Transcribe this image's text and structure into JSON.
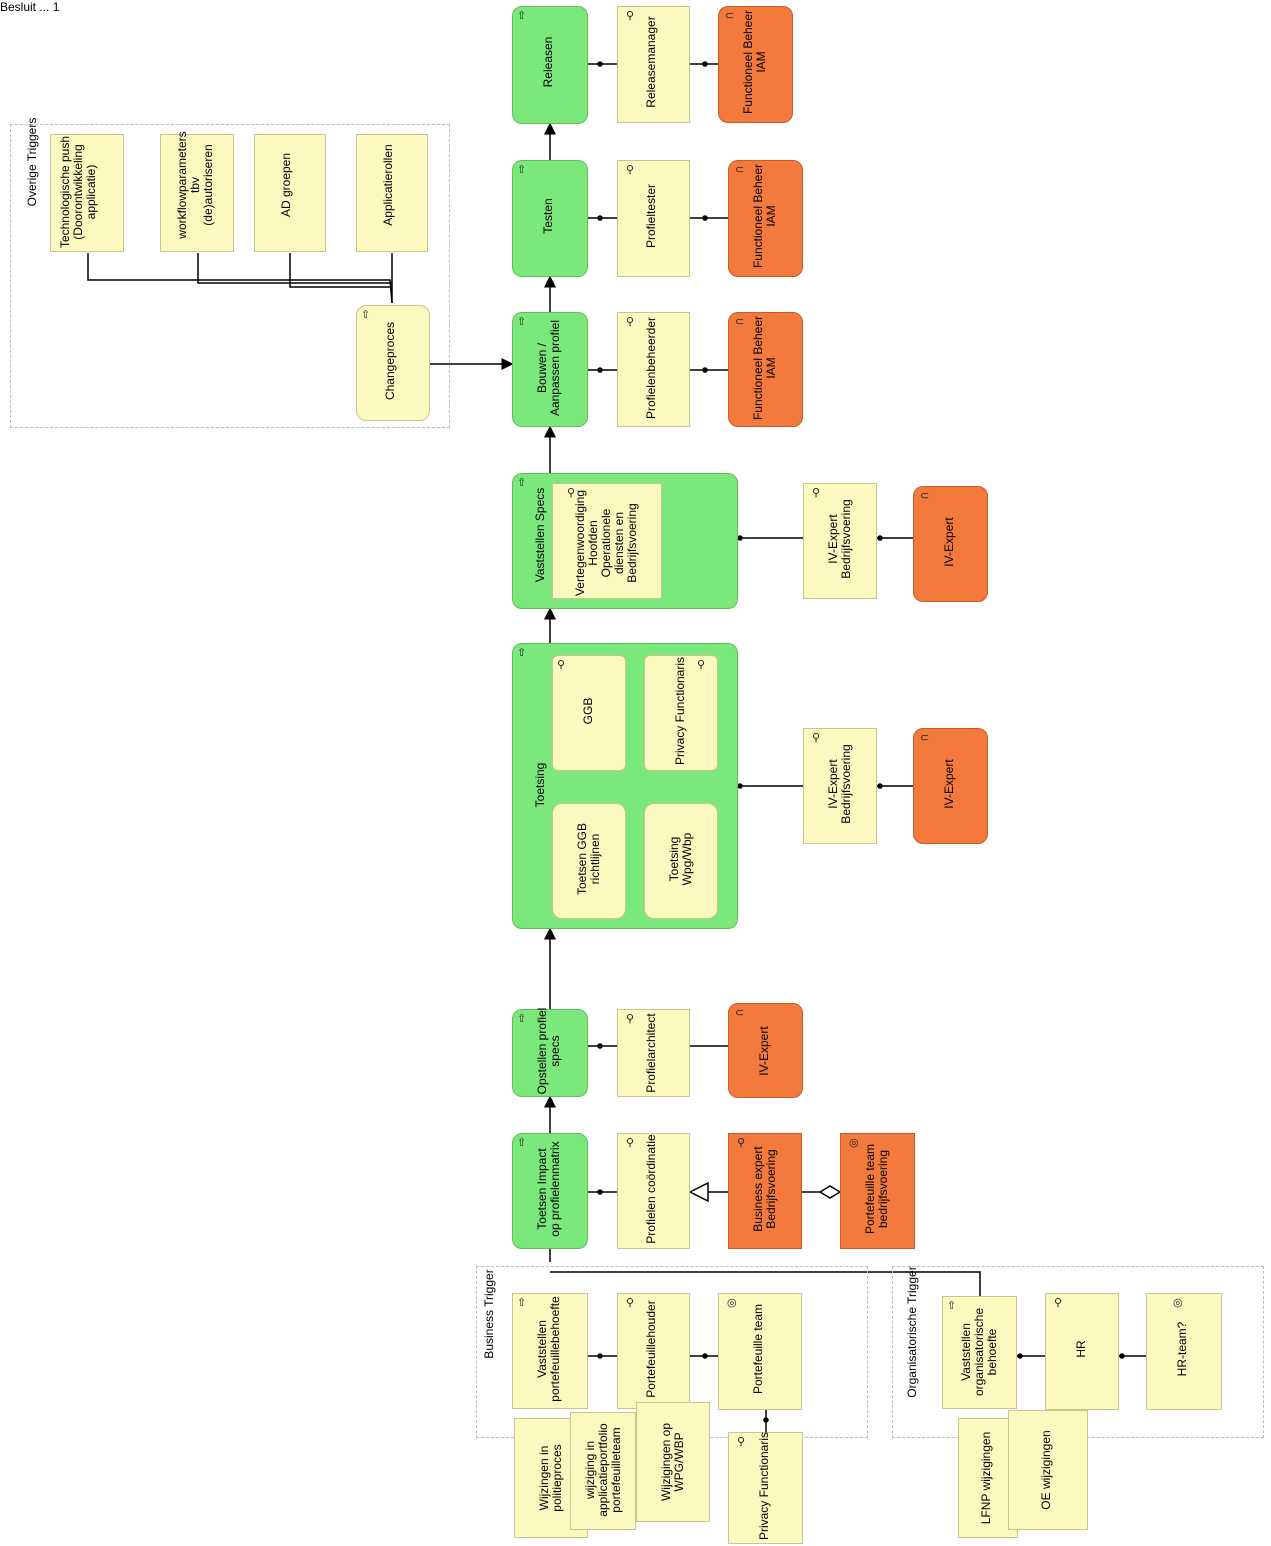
{
  "top_caption": "Besluit ... 1",
  "groups": {
    "overige": "Overige Triggers",
    "business": "Business Trigger",
    "organisatorisch": "Organisatorische Trigger"
  },
  "processes": {
    "releasen": "Releasen",
    "testen": "Testen",
    "bouwen": "Bouwen /\nAanpassen profiel",
    "vaststellen_specs": "Vaststellen Specs",
    "toetsing": "Toetsing",
    "opstellen": "Opstellen profiel\nspecs",
    "toetsen_impact": "Toetsen Impact\nop profielenmatrix",
    "vaststellen_portefeuille": "Vaststellen\nportefeuillebehoefte",
    "vaststellen_org": "Vaststellen\norganisatorische\nbehoefte",
    "changeproces": "Changeproces",
    "toetsen_ggb": "Toetsen GGB\nrichtlijnen",
    "toetsing_wpg": "Toetsing\nWpg/Wbp"
  },
  "actors": {
    "releasemanager": "Releasemanager",
    "profieltester": "Profieltester",
    "profielenbeheerder": "Profielenbeheerder",
    "vertegenwoordiging": "Vertegenwoordiging\nHoofden\nOperationele\ndiensten en\nBedrijfsvoering",
    "iv_expert_bv_1": "IV-Expert\nBedrijfsvoering",
    "ggb": "GGB",
    "privacy_1": "Privacy Functionaris",
    "iv_expert_bv_2": "IV-Expert\nBedrijfsvoering",
    "profielarchitect": "Profielarchitect",
    "profielen_coordinatie": "Profielen coördinatie",
    "portefeuillehouder": "Portefeuillehouder",
    "portefeuille_team": "Portefeuille team",
    "privacy_2": "Privacy Functionaris",
    "hr": "HR",
    "hr_team": "HR-team?"
  },
  "roles": {
    "fb_iam_1": "Functioneel Beheer\nIAM",
    "fb_iam_2": "Functioneel Beheer\nIAM",
    "fb_iam_3": "Functioneel Beheer\nIAM",
    "iv_expert_1": "IV-Expert",
    "iv_expert_2": "IV-Expert",
    "iv_expert_3": "IV-Expert",
    "business_expert": "Business expert\nBedrijfsvoering",
    "portefeuille_team_bv": "Portefeuille team\nbedrijfsvoering"
  },
  "triggers": {
    "technologische": "Technologische push\n(Doorontwikkeling\napplicatie)",
    "workflow": "workflowparameters tbv\n(de)autoriseren",
    "ad_groepen": "AD groepen",
    "applicatierollen": "Applicatierollen",
    "wijzigen_polite": "Wijzingen in\npolitieproces",
    "wijziging_app": "wijziging in\napplicatieportfolio\nportefeuilleteam",
    "wijzigingen_wpg": "Wijzigingen op\nWPG/WBP",
    "lfnp": "LFNP wijzigingen",
    "oe": "OE wijzigingen"
  },
  "colors": {
    "process": "#7be87b",
    "actor": "#fbf8c0",
    "role": "#f37a3c"
  }
}
